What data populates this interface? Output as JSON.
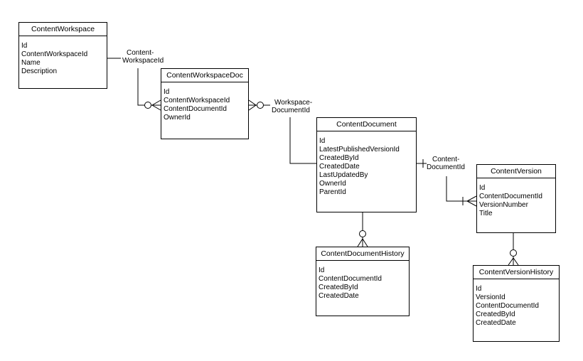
{
  "entities": {
    "content_workspace": {
      "title": "ContentWorkspace",
      "fields": [
        "Id",
        "ContentWorkspaceId",
        "Name",
        "Description"
      ]
    },
    "content_workspace_doc": {
      "title": "ContentWorkspaceDoc",
      "fields": [
        "Id",
        "ContentWorkspaceId",
        "ContentDocumentId",
        "OwnerId"
      ]
    },
    "content_document": {
      "title": "ContentDocument",
      "fields": [
        "Id",
        "LatestPublishedVersionId",
        "CreatedById",
        "CreatedDate",
        "LastUpdatedBy",
        "OwnerId",
        "ParentId"
      ]
    },
    "content_version": {
      "title": "ContentVersion",
      "fields": [
        "Id",
        "ContentDocumentId",
        "VersionNumber",
        "Title"
      ]
    },
    "content_document_history": {
      "title": "ContentDocumentHistory",
      "fields": [
        "Id",
        "ContentDocumentId",
        "CreatedById",
        "CreatedDate"
      ]
    },
    "content_version_history": {
      "title": "ContentVersionHistory",
      "fields": [
        "Id",
        "VersionId",
        "ContentDocumentId",
        "CreatedById",
        "CreatedDate"
      ]
    }
  },
  "relationships": {
    "content_workspace_id": {
      "line1": "Content-",
      "line2": "WorkspaceId"
    },
    "workspace_document_id": {
      "line1": "Workspace-",
      "line2": "DocumentId"
    },
    "content_document_id": {
      "line1": "Content-",
      "line2": "DocumentId"
    }
  }
}
